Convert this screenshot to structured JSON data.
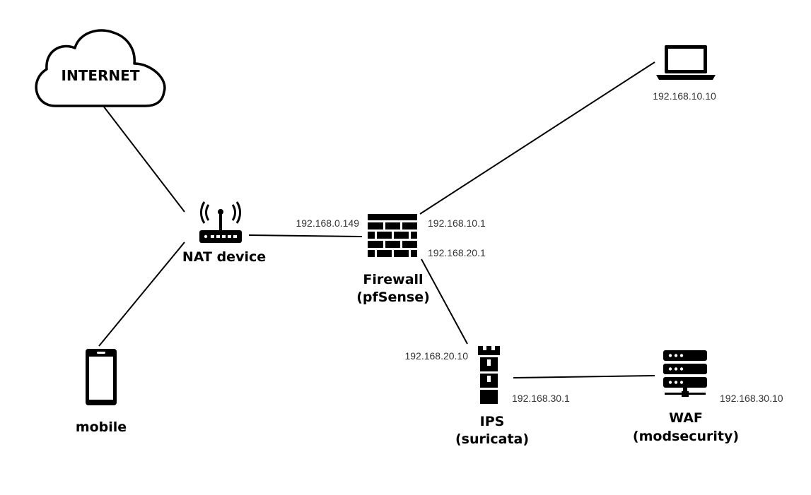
{
  "nodes": {
    "internet": {
      "label": "INTERNET"
    },
    "nat": {
      "label": "NAT device"
    },
    "mobile": {
      "label": "mobile"
    },
    "firewall": {
      "label_line1": "Firewall",
      "label_line2": "(pfSense)"
    },
    "laptop": {
      "ip": "192.168.10.10"
    },
    "ips": {
      "label_line1": "IPS",
      "label_line2": "(suricata)"
    },
    "waf": {
      "label_line1": "WAF",
      "label_line2": "(modsecurity)"
    }
  },
  "addresses": {
    "firewall_wan": "192.168.0.149",
    "firewall_lan1": "192.168.10.1",
    "firewall_lan2": "192.168.20.1",
    "ips_in": "192.168.20.10",
    "ips_out": "192.168.30.1",
    "waf": "192.168.30.10"
  }
}
